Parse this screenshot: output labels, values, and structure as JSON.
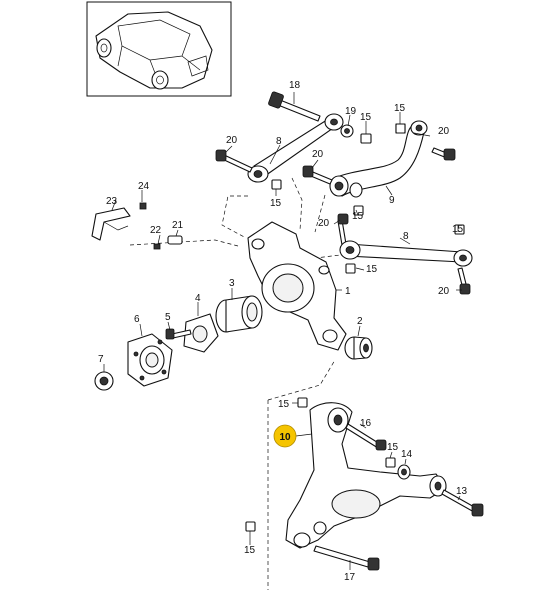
{
  "labels": {
    "p1": "1",
    "p2": "2",
    "p3": "3",
    "p4": "4",
    "p5": "5",
    "p6": "6",
    "p7": "7",
    "p8a": "8",
    "p8b": "8",
    "p9": "9",
    "p10": "10",
    "p13": "13",
    "p14": "14",
    "p15a": "15",
    "p15b": "15",
    "p15c": "15",
    "p15d": "15",
    "p15e": "15",
    "p15f": "15",
    "p15g": "15",
    "p15h": "15",
    "p15i": "15",
    "p16": "16",
    "p17": "17",
    "p18": "18",
    "p19": "19",
    "p20a": "20",
    "p20b": "20",
    "p20c": "20",
    "p20d": "20",
    "p20e": "20",
    "p21": "21",
    "p22": "22",
    "p23": "23",
    "p24": "24"
  },
  "colors": {
    "highlight": "#f5c400",
    "line": "#111111"
  },
  "highlighted_part": "10"
}
